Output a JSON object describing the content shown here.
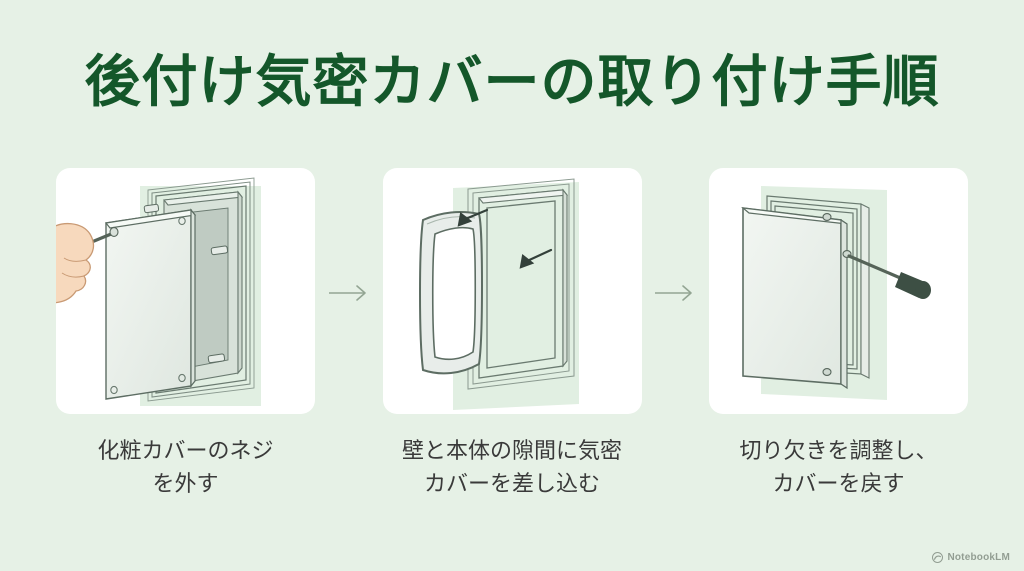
{
  "slide": {
    "background_color": "#e6f1e6",
    "title": "後付け気密カバーの取り付け手順",
    "title_color": "#14572a"
  },
  "steps": [
    {
      "index": "1",
      "illustration_name": "hand-removing-screws-from-cover-plate",
      "alt": "手でドライバーを使い化粧カバーのネジを外す図",
      "caption_line1": "化粧カバーのネジ",
      "caption_line2": "を外す"
    },
    {
      "index": "2",
      "illustration_name": "gasket-frame-inserted-into-gap",
      "alt": "壁と本体の隙間に気密カバー（パッキン枠）を差し込む図",
      "caption_line1": "壁と本体の隙間に気密",
      "caption_line2": "カバーを差し込む"
    },
    {
      "index": "3",
      "illustration_name": "cover-reattached-with-screwdriver",
      "alt": "切り欠きを調整しカバーをネジで戻す図",
      "caption_line1": "切り欠きを調整し、",
      "caption_line2": "カバーを戻す"
    }
  ],
  "separators": [
    {
      "name": "arrow-step-1-to-2",
      "glyph": "→"
    },
    {
      "name": "arrow-step-2-to-3",
      "glyph": "→"
    }
  ],
  "watermark": {
    "label": "NotebookLM"
  },
  "colors": {
    "background": "#e6f1e6",
    "card": "#ffffff",
    "title_green": "#14572a",
    "caption_text": "#3a3a3a",
    "arrow_gray": "#8fa08f",
    "wall_tint": "#dfeedf",
    "line_ink": "#4a5a50",
    "plate_fill": "#eef3ee",
    "skin": "#f7d9bd",
    "tool_handle": "#3d4f44"
  }
}
